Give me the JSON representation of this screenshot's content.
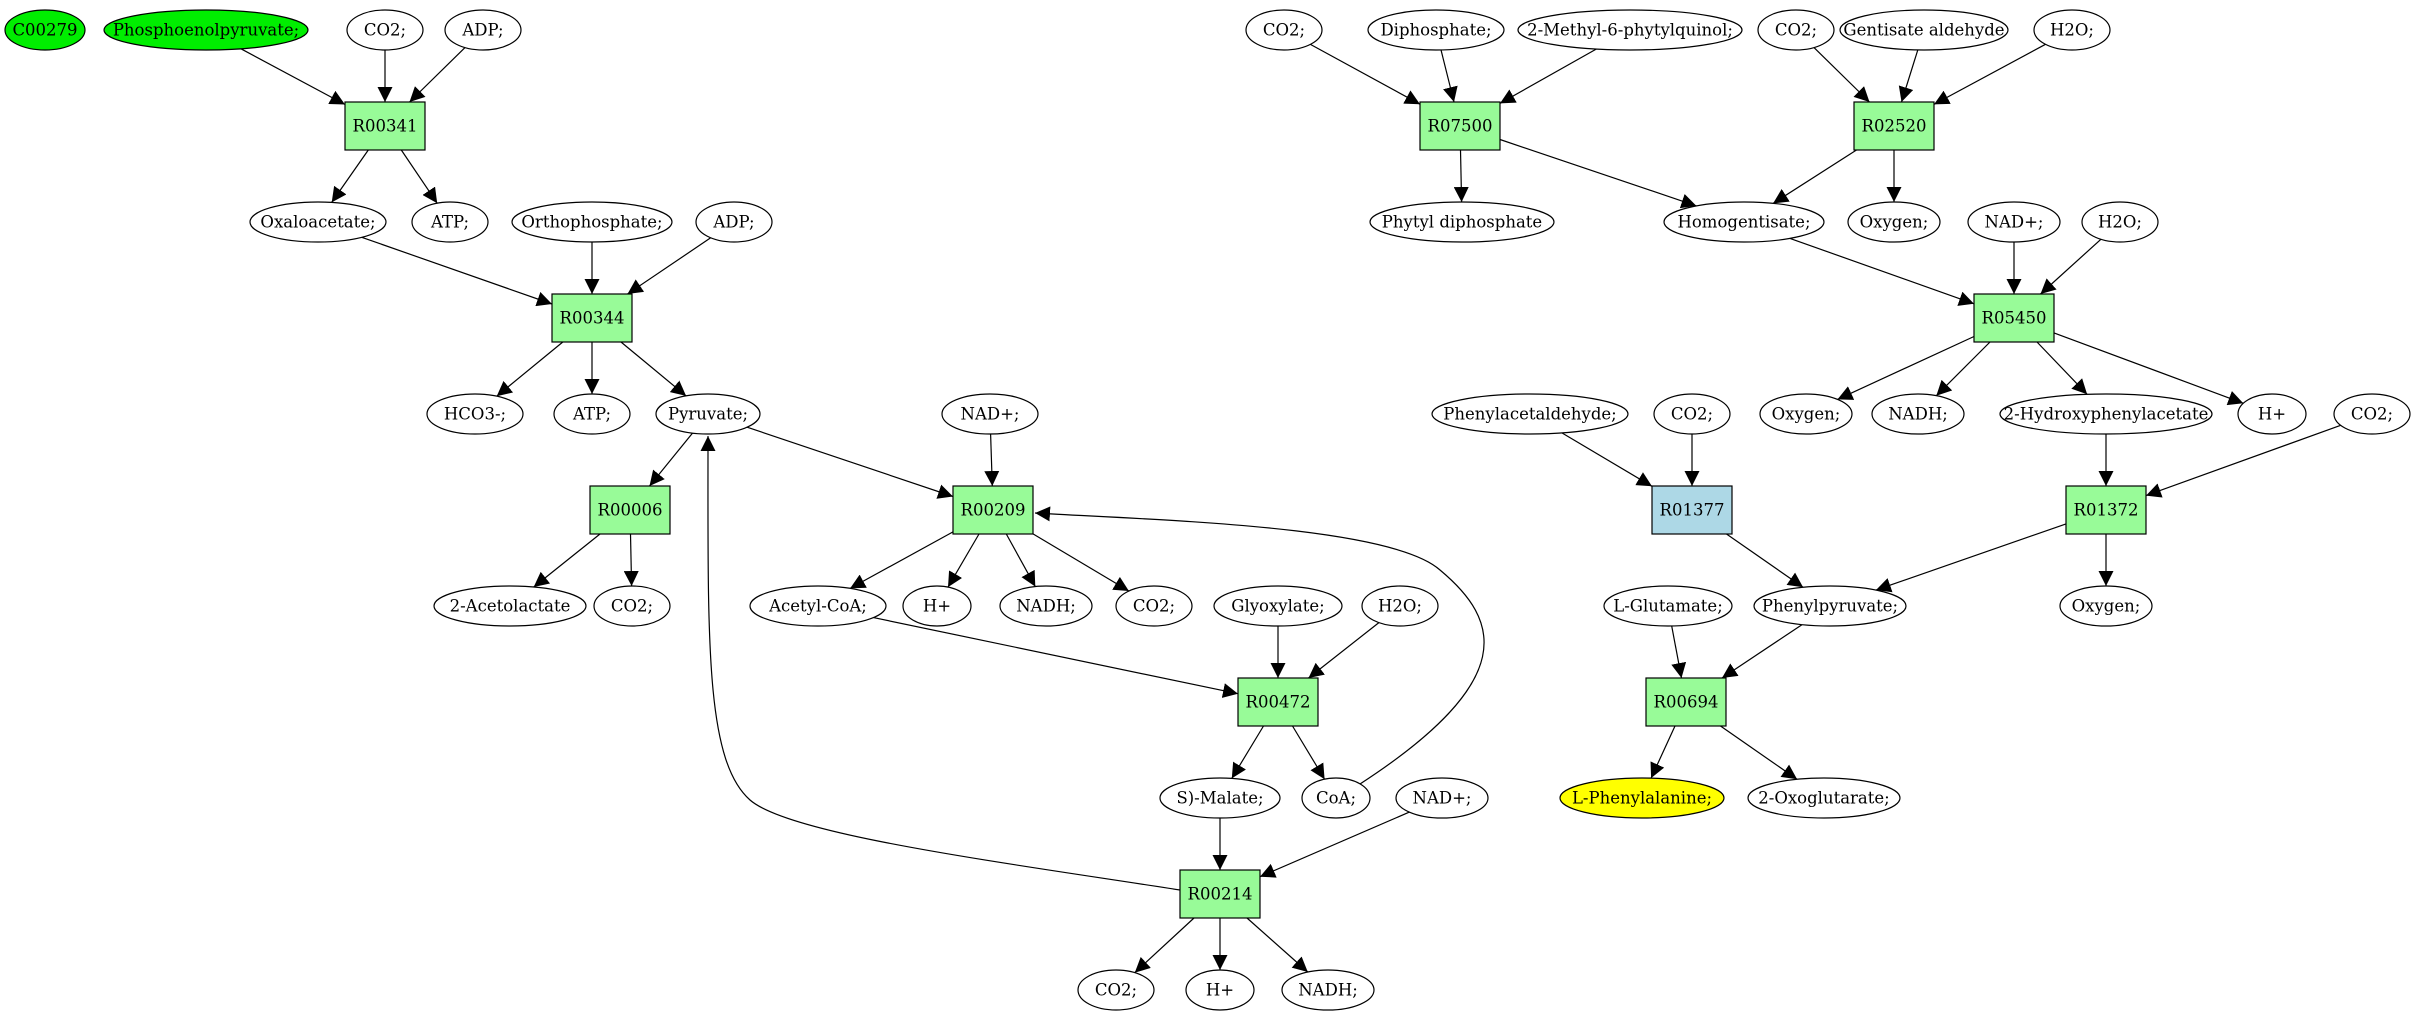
{
  "colors": {
    "reaction": "#98fb98",
    "reaction_highlight": "#add8e6",
    "compound": "#ffffff",
    "source": "#00ee00",
    "target": "#ffff00",
    "stroke": "#000000"
  },
  "nodes": [
    {
      "id": "n_c00279",
      "label": "C00279",
      "kind": "compound",
      "fill": "source"
    },
    {
      "id": "n_pep",
      "label": "Phosphoenolpyruvate;",
      "kind": "compound",
      "fill": "source"
    },
    {
      "id": "n_co2_a",
      "label": "CO2;",
      "kind": "compound"
    },
    {
      "id": "n_adp_a",
      "label": "ADP;",
      "kind": "compound"
    },
    {
      "id": "r_r00341",
      "label": "R00341",
      "kind": "reaction"
    },
    {
      "id": "n_oxaloacetate",
      "label": "Oxaloacetate;",
      "kind": "compound"
    },
    {
      "id": "n_atp_a",
      "label": "ATP;",
      "kind": "compound"
    },
    {
      "id": "n_orthophosphate",
      "label": "Orthophosphate;",
      "kind": "compound"
    },
    {
      "id": "n_adp_b",
      "label": "ADP;",
      "kind": "compound"
    },
    {
      "id": "r_r00344",
      "label": "R00344",
      "kind": "reaction"
    },
    {
      "id": "n_hco3",
      "label": "HCO3-;",
      "kind": "compound"
    },
    {
      "id": "n_atp_b",
      "label": "ATP;",
      "kind": "compound"
    },
    {
      "id": "n_pyruvate",
      "label": "Pyruvate;",
      "kind": "compound"
    },
    {
      "id": "n_nad_a",
      "label": "NAD+;",
      "kind": "compound"
    },
    {
      "id": "r_r00006",
      "label": "R00006",
      "kind": "reaction"
    },
    {
      "id": "n_acetolactate",
      "label": "2-Acetolactate",
      "kind": "compound"
    },
    {
      "id": "n_co2_b",
      "label": "CO2;",
      "kind": "compound"
    },
    {
      "id": "r_r00209",
      "label": "R00209",
      "kind": "reaction"
    },
    {
      "id": "n_acetylcoa",
      "label": "Acetyl-CoA;",
      "kind": "compound"
    },
    {
      "id": "n_h_a",
      "label": "H+",
      "kind": "compound"
    },
    {
      "id": "n_nadh_a",
      "label": "NADH;",
      "kind": "compound"
    },
    {
      "id": "n_co2_c",
      "label": "CO2;",
      "kind": "compound"
    },
    {
      "id": "n_glyoxylate",
      "label": "Glyoxylate;",
      "kind": "compound"
    },
    {
      "id": "n_h2o_a",
      "label": "H2O;",
      "kind": "compound"
    },
    {
      "id": "r_r00472",
      "label": "R00472",
      "kind": "reaction"
    },
    {
      "id": "n_smalate",
      "label": "S)-Malate;",
      "kind": "compound"
    },
    {
      "id": "n_coa",
      "label": "CoA;",
      "kind": "compound"
    },
    {
      "id": "n_nad_b",
      "label": "NAD+;",
      "kind": "compound"
    },
    {
      "id": "r_r00214",
      "label": "R00214",
      "kind": "reaction"
    },
    {
      "id": "n_co2_d",
      "label": "CO2;",
      "kind": "compound"
    },
    {
      "id": "n_h_b",
      "label": "H+",
      "kind": "compound"
    },
    {
      "id": "n_nadh_b",
      "label": "NADH;",
      "kind": "compound"
    },
    {
      "id": "n_co2_e",
      "label": "CO2;",
      "kind": "compound"
    },
    {
      "id": "n_diphosphate",
      "label": "Diphosphate;",
      "kind": "compound"
    },
    {
      "id": "n_mpq",
      "label": "2-Methyl-6-phytylquinol;",
      "kind": "compound"
    },
    {
      "id": "r_r07500",
      "label": "R07500",
      "kind": "reaction"
    },
    {
      "id": "n_phytyl",
      "label": "Phytyl diphosphate",
      "kind": "compound"
    },
    {
      "id": "n_co2_f",
      "label": "CO2;",
      "kind": "compound"
    },
    {
      "id": "n_gentisate",
      "label": "Gentisate aldehyde",
      "kind": "compound"
    },
    {
      "id": "n_h2o_b",
      "label": "H2O;",
      "kind": "compound"
    },
    {
      "id": "r_r02520",
      "label": "R02520",
      "kind": "reaction"
    },
    {
      "id": "n_homogentisate",
      "label": "Homogentisate;",
      "kind": "compound"
    },
    {
      "id": "n_oxygen_a",
      "label": "Oxygen;",
      "kind": "compound"
    },
    {
      "id": "n_nad_c",
      "label": "NAD+;",
      "kind": "compound"
    },
    {
      "id": "n_h2o_c",
      "label": "H2O;",
      "kind": "compound"
    },
    {
      "id": "r_r05450",
      "label": "R05450",
      "kind": "reaction"
    },
    {
      "id": "n_oxygen_b",
      "label": "Oxygen;",
      "kind": "compound"
    },
    {
      "id": "n_nadh_c",
      "label": "NADH;",
      "kind": "compound"
    },
    {
      "id": "n_hpa",
      "label": "2-Hydroxyphenylacetate",
      "kind": "compound"
    },
    {
      "id": "n_h_c",
      "label": "H+",
      "kind": "compound"
    },
    {
      "id": "n_phenylacetaldehyde",
      "label": "Phenylacetaldehyde;",
      "kind": "compound"
    },
    {
      "id": "n_co2_g",
      "label": "CO2;",
      "kind": "compound"
    },
    {
      "id": "n_co2_h",
      "label": "CO2;",
      "kind": "compound"
    },
    {
      "id": "r_r01377",
      "label": "R01377",
      "kind": "reaction",
      "fill": "reaction_highlight"
    },
    {
      "id": "r_r01372",
      "label": "R01372",
      "kind": "reaction"
    },
    {
      "id": "n_lglutamate",
      "label": "L-Glutamate;",
      "kind": "compound"
    },
    {
      "id": "n_phenylpyruvate",
      "label": "Phenylpyruvate;",
      "kind": "compound"
    },
    {
      "id": "n_oxygen_c",
      "label": "Oxygen;",
      "kind": "compound"
    },
    {
      "id": "r_r00694",
      "label": "R00694",
      "kind": "reaction"
    },
    {
      "id": "n_lphe",
      "label": "L-Phenylalanine;",
      "kind": "compound",
      "fill": "target"
    },
    {
      "id": "n_oxoglutarate",
      "label": "2-Oxoglutarate;",
      "kind": "compound"
    }
  ],
  "edges": [
    {
      "from": "n_pep",
      "to": "r_r00341"
    },
    {
      "from": "n_co2_a",
      "to": "r_r00341"
    },
    {
      "from": "n_adp_a",
      "to": "r_r00341"
    },
    {
      "from": "r_r00341",
      "to": "n_oxaloacetate"
    },
    {
      "from": "r_r00341",
      "to": "n_atp_a"
    },
    {
      "from": "n_oxaloacetate",
      "to": "r_r00344"
    },
    {
      "from": "n_orthophosphate",
      "to": "r_r00344"
    },
    {
      "from": "n_adp_b",
      "to": "r_r00344"
    },
    {
      "from": "r_r00344",
      "to": "n_hco3"
    },
    {
      "from": "r_r00344",
      "to": "n_atp_b"
    },
    {
      "from": "r_r00344",
      "to": "n_pyruvate"
    },
    {
      "from": "n_pyruvate",
      "to": "r_r00006"
    },
    {
      "from": "n_pyruvate",
      "to": "r_r00209"
    },
    {
      "from": "n_nad_a",
      "to": "r_r00209"
    },
    {
      "from": "r_r00006",
      "to": "n_acetolactate"
    },
    {
      "from": "r_r00006",
      "to": "n_co2_b"
    },
    {
      "from": "r_r00209",
      "to": "n_acetylcoa"
    },
    {
      "from": "r_r00209",
      "to": "n_h_a"
    },
    {
      "from": "r_r00209",
      "to": "n_nadh_a"
    },
    {
      "from": "r_r00209",
      "to": "n_co2_c"
    },
    {
      "from": "n_acetylcoa",
      "to": "r_r00472"
    },
    {
      "from": "n_glyoxylate",
      "to": "r_r00472"
    },
    {
      "from": "n_h2o_a",
      "to": "r_r00472"
    },
    {
      "from": "r_r00472",
      "to": "n_smalate"
    },
    {
      "from": "r_r00472",
      "to": "n_coa"
    },
    {
      "from": "n_coa",
      "to": "r_r00209"
    },
    {
      "from": "n_smalate",
      "to": "r_r00214"
    },
    {
      "from": "n_nad_b",
      "to": "r_r00214"
    },
    {
      "from": "r_r00214",
      "to": "n_pyruvate"
    },
    {
      "from": "r_r00214",
      "to": "n_co2_d"
    },
    {
      "from": "r_r00214",
      "to": "n_h_b"
    },
    {
      "from": "r_r00214",
      "to": "n_nadh_b"
    },
    {
      "from": "n_co2_e",
      "to": "r_r07500"
    },
    {
      "from": "n_diphosphate",
      "to": "r_r07500"
    },
    {
      "from": "n_mpq",
      "to": "r_r07500"
    },
    {
      "from": "r_r07500",
      "to": "n_phytyl"
    },
    {
      "from": "r_r07500",
      "to": "n_homogentisate"
    },
    {
      "from": "n_co2_f",
      "to": "r_r02520"
    },
    {
      "from": "n_gentisate",
      "to": "r_r02520"
    },
    {
      "from": "n_h2o_b",
      "to": "r_r02520"
    },
    {
      "from": "r_r02520",
      "to": "n_homogentisate"
    },
    {
      "from": "r_r02520",
      "to": "n_oxygen_a"
    },
    {
      "from": "n_homogentisate",
      "to": "r_r05450"
    },
    {
      "from": "n_nad_c",
      "to": "r_r05450"
    },
    {
      "from": "n_h2o_c",
      "to": "r_r05450"
    },
    {
      "from": "r_r05450",
      "to": "n_oxygen_b"
    },
    {
      "from": "r_r05450",
      "to": "n_nadh_c"
    },
    {
      "from": "r_r05450",
      "to": "n_hpa"
    },
    {
      "from": "r_r05450",
      "to": "n_h_c"
    },
    {
      "from": "n_phenylacetaldehyde",
      "to": "r_r01377"
    },
    {
      "from": "n_co2_g",
      "to": "r_r01377"
    },
    {
      "from": "n_hpa",
      "to": "r_r01372"
    },
    {
      "from": "n_co2_h",
      "to": "r_r01372"
    },
    {
      "from": "r_r01377",
      "to": "n_phenylpyruvate"
    },
    {
      "from": "r_r01372",
      "to": "n_phenylpyruvate"
    },
    {
      "from": "r_r01372",
      "to": "n_oxygen_c"
    },
    {
      "from": "n_lglutamate",
      "to": "r_r00694"
    },
    {
      "from": "n_phenylpyruvate",
      "to": "r_r00694"
    },
    {
      "from": "r_r00694",
      "to": "n_lphe"
    },
    {
      "from": "r_r00694",
      "to": "n_oxoglutarate"
    }
  ]
}
